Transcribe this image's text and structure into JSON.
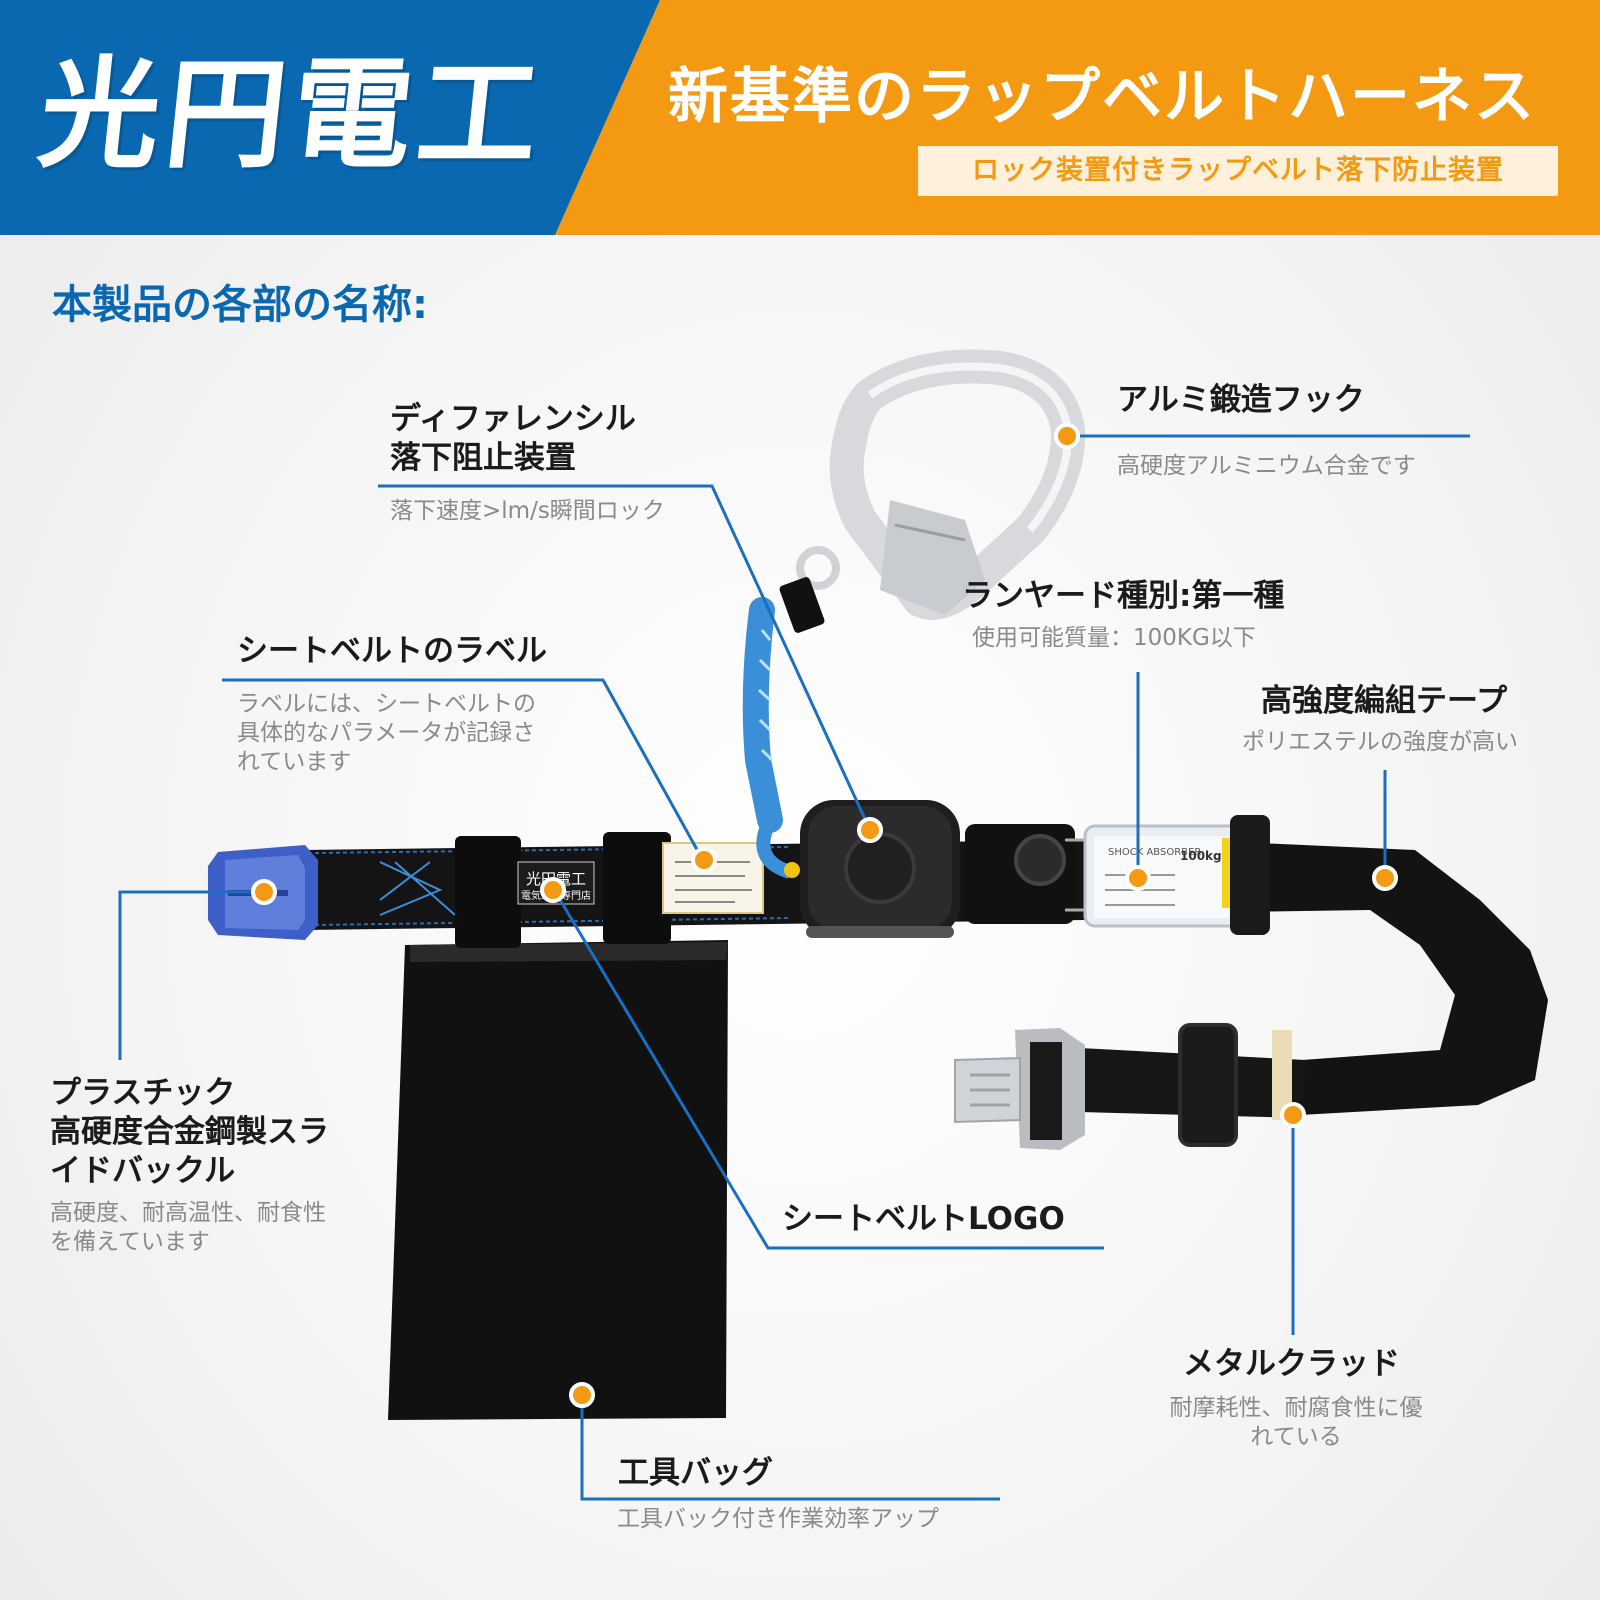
{
  "header": {
    "brand": "光円電工",
    "title": "新基準のラップベルトハーネス",
    "subtitle": "ロック装置付きラップベルト落下防止装置"
  },
  "section_title": "本製品の各部の名称:",
  "colors": {
    "blue": "#0a68b0",
    "orange": "#f39a12",
    "callout_line": "#1a6fc0",
    "dot": "#f39a12"
  },
  "callouts": {
    "differential": {
      "label": "ディファレンシル\n落下阻止装置",
      "desc": "落下速度>lm/s瞬間ロック"
    },
    "hook": {
      "label": "アルミ鍛造フック",
      "desc": "高硬度アルミニウム合金です"
    },
    "lanyard": {
      "label": "ランヤード種別:第一種",
      "desc": "使用可能質量：100KG以下"
    },
    "belt_label": {
      "label": "シートベルトのラベル",
      "desc": "ラベルには、シートベルトの\n具体的なパラメータが記録さ\nれています"
    },
    "tape": {
      "label": "高強度編組テープ",
      "desc": "ポリエステルの強度が高い"
    },
    "buckle": {
      "label": "プラスチック\n高硬度合金鋼製スラ\nイドバックル",
      "desc": "高硬度、耐高温性、耐食性\nを備えています"
    },
    "logo": {
      "label": "シートベルトLOGO"
    },
    "metal": {
      "label": "メタルクラッド",
      "desc": "耐摩耗性、耐腐食性に優\nれている"
    },
    "bag": {
      "label": "工具バッグ",
      "desc": "工具バック付き作業効率アップ"
    }
  },
  "product_text": {
    "patch_brand": "光円電工",
    "patch_sub": "電気工事専門店",
    "absorber_text": "SHOCK ABSORBER",
    "absorber_weight": "100kg"
  }
}
